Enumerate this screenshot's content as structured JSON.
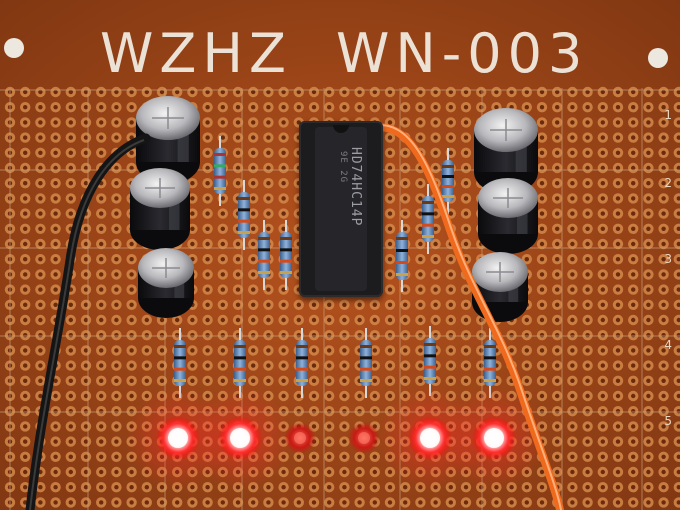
{
  "board": {
    "marking_left": "WZHZ",
    "marking_right": "WN-003",
    "edge_marks": [
      "1",
      "2",
      "3",
      "4",
      "5"
    ]
  },
  "ic": {
    "line1": "HD74HC14P",
    "line2": "9E 2G"
  },
  "leds": [
    {
      "lit": true
    },
    {
      "lit": true
    },
    {
      "lit": false
    },
    {
      "lit": false
    },
    {
      "lit": true
    },
    {
      "lit": true
    }
  ],
  "colors": {
    "board": "#a8481a",
    "pad": "#d4884a",
    "wire_black": "#151515",
    "wire_orange": "#f06a1e",
    "led_red": "#ff2a2a",
    "cap_body": "#141416",
    "resistor_body": "#5f86b6"
  }
}
